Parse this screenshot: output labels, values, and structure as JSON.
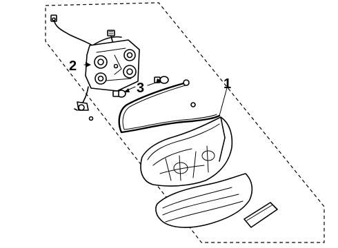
{
  "callouts": {
    "assembly": "1",
    "socket_plate": "2",
    "bulbs": "3"
  }
}
